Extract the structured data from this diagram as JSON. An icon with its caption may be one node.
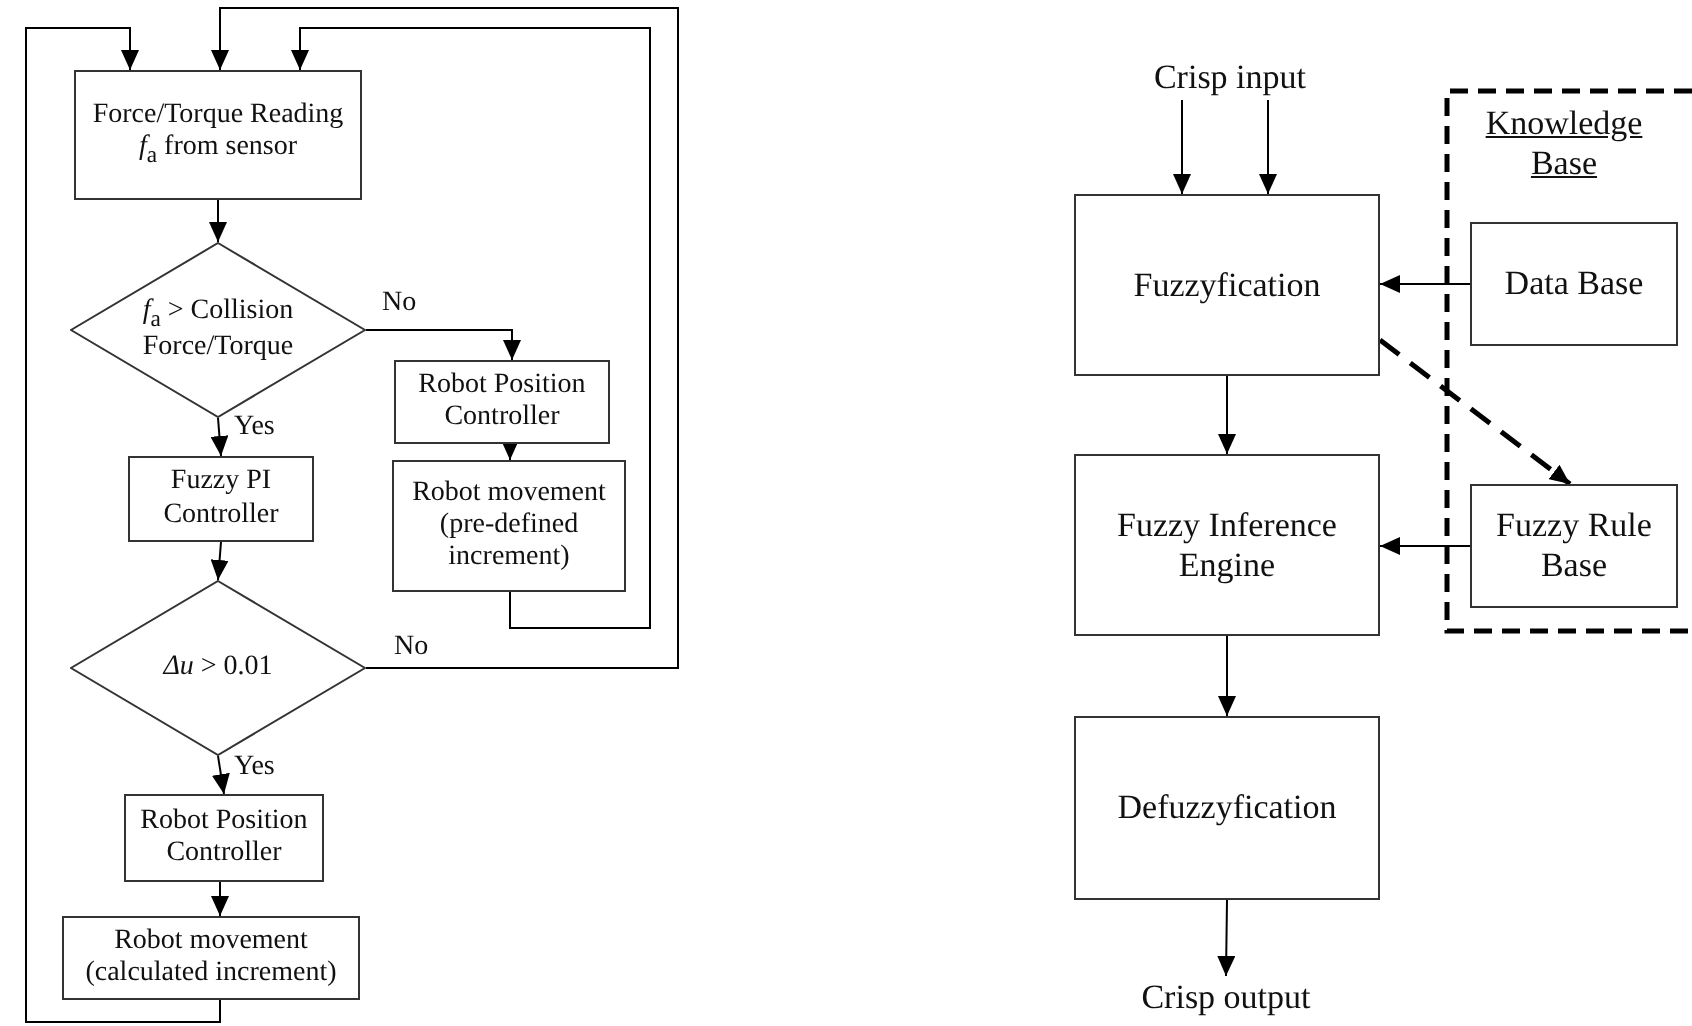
{
  "diagram": {
    "nodes": [
      {
        "text": [
          "Force/Torque Reading *f*$_{a}$ from sensor"
        ]
      },
      {
        "text": [
          "*f*$_{a}$ > Collision Force/Torque"
        ]
      },
      {
        "text": [
          "Robot Position Controller"
        ]
      },
      {
        "text": [
          "Robot movement (pre-defined increment)"
        ]
      },
      {
        "text": [
          "Fuzzy PI Controller"
        ]
      },
      {
        "text": [
          "*Δu* > 0.01"
        ]
      },
      {
        "text": [
          "Robot Position Controller"
        ]
      },
      {
        "text": [
          "Robot movement (calculated increment)"
        ]
      },
      {
        "text": [
          "Crisp input"
        ]
      },
      {
        "text": [
          "Fuzzyfication"
        ]
      },
      {
        "text": [
          "Knowledge Base"
        ]
      },
      {
        "text": [
          "Data Base"
        ],
        "in": 10
      },
      {
        "text": [
          "Fuzzy Inference Engine"
        ]
      },
      {
        "text": [
          "Fuzzy Rule Base"
        ],
        "in": 10
      },
      {
        "text": [
          "Defuzzyfication"
        ]
      },
      {
        "text": [
          "Crisp output"
        ]
      }
    ],
    "edges": [
      {
        "from": 0,
        "to": 1,
        "arrow": "to"
      },
      {
        "from": 1,
        "to": 2,
        "arrow": "to",
        "label": "No"
      },
      {
        "from": 1,
        "to": 4,
        "arrow": "to",
        "label": "Yes"
      },
      {
        "from": 2,
        "to": 3,
        "arrow": "to"
      },
      {
        "from": 3,
        "to": 0,
        "arrow": "to"
      },
      {
        "from": 4,
        "to": 5,
        "arrow": "to"
      },
      {
        "from": 5,
        "to": 6,
        "arrow": "to",
        "label": "Yes"
      },
      {
        "from": 5,
        "to": 0,
        "arrow": "to",
        "label": "No"
      },
      {
        "from": 6,
        "to": 7,
        "arrow": "to"
      },
      {
        "from": 7,
        "to": 0,
        "arrow": "to"
      },
      {
        "from": 8,
        "to": 9,
        "arrow": "to"
      },
      {
        "from": 8,
        "to": 9,
        "arrow": "to"
      },
      {
        "from": 11,
        "to": 9,
        "arrow": "to"
      },
      {
        "from": 9,
        "to": 13,
        "arrow": "to",
        "style": "dashed"
      },
      {
        "from": 9,
        "to": 12,
        "arrow": "to"
      },
      {
        "from": 13,
        "to": 12,
        "arrow": "to"
      },
      {
        "from": 12,
        "to": 14,
        "arrow": "to"
      },
      {
        "from": 14,
        "to": 15,
        "arrow": "to"
      }
    ]
  }
}
